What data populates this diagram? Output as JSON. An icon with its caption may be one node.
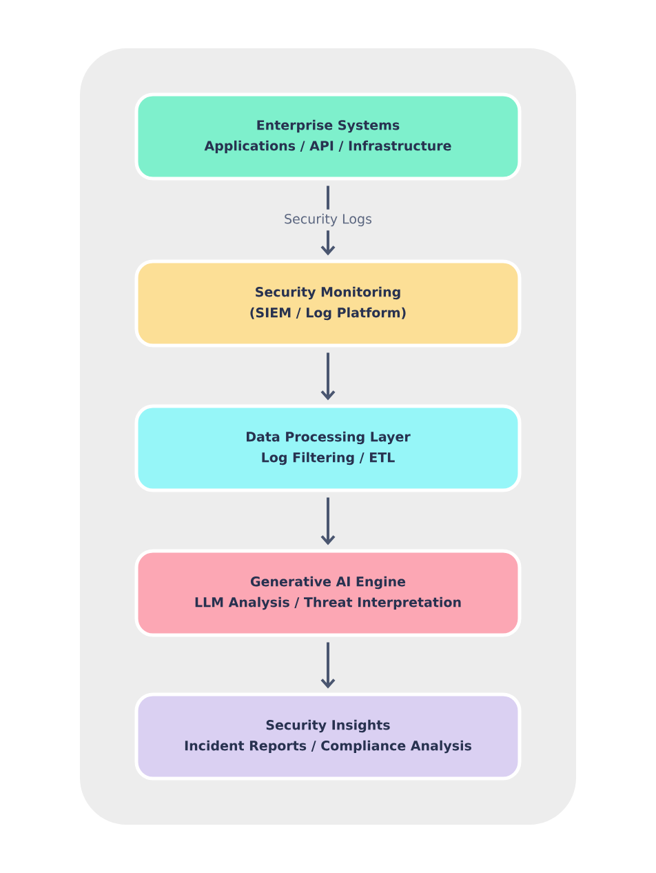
{
  "diagram": {
    "nodes": [
      {
        "text": [
          "Enterprise Systems",
          "Applications / API / Infrastructure"
        ]
      },
      {
        "text": [
          "Security Monitoring",
          "(SIEM / Log Platform)"
        ]
      },
      {
        "text": [
          "Data Processing Layer",
          "Log Filtering / ETL"
        ]
      },
      {
        "text": [
          "Generative AI Engine",
          "LLM Analysis / Threat Interpretation"
        ]
      },
      {
        "text": [
          "Security Insights",
          "Incident Reports / Compliance Analysis"
        ]
      }
    ],
    "edges": [
      {
        "from": 0,
        "to": 1,
        "arrow": "to",
        "label": "Security Logs"
      },
      {
        "from": 1,
        "to": 2,
        "arrow": "to"
      },
      {
        "from": 2,
        "to": 3,
        "arrow": "to"
      },
      {
        "from": 3,
        "to": 4,
        "arrow": "to"
      }
    ]
  }
}
